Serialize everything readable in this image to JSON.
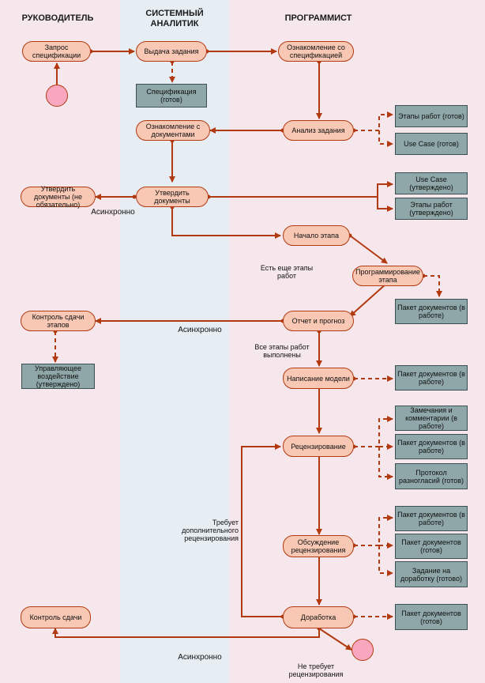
{
  "lanes": {
    "manager": "РУКОВОДИТЕЛЬ",
    "analyst": "СИСТЕМНЫЙ АНАЛИТИК",
    "programmer": "ПРОГРАММИСТ"
  },
  "activities": {
    "spec_request": "Запрос спецификации",
    "issue_task": "Выдача задания",
    "spec_review": "Ознакомление со спецификацией",
    "task_analysis": "Анализ задания",
    "doc_review": "Ознакомление с документами",
    "approve_docs_analyst": "Утвердить документы",
    "approve_docs_manager": "Утвердить документы (не обязательно)",
    "stage_start": "Начало этапа",
    "programming": "Программирование этапа",
    "report": "Отчет и прогноз",
    "stage_control": "Контроль сдачи этапов",
    "model_writing": "Написание модели",
    "reviewing": "Рецензирование",
    "discussion": "Обсуждение рецензирования",
    "rework": "Доработка",
    "delivery_control": "Контроль сдачи"
  },
  "documents": {
    "spec_ready": "Спецификация (готов)",
    "stages_ready": "Этапы работ (готов)",
    "usecase_ready": "Use Case (готов)",
    "usecase_approved": "Use Case (утверждено)",
    "stages_approved": "Этапы работ (утверждено)",
    "package_in_work_1": "Пакет документов (в работе)",
    "management_action": "Управляющее воздействие (утверждено)",
    "package_in_work_2": "Пакет документов (в работе)",
    "remarks": "Замечания и комментарии (в работе)",
    "package_in_work_3": "Пакет документов (в работе)",
    "disagreement_protocol": "Протокол разногласий (готов)",
    "package_in_work_4": "Пакет документов (в работе)",
    "package_ready_1": "Пакет документов (готов)",
    "rework_task": "Задание на доработку (готово)",
    "package_ready_2": "Пакет документов (готов)"
  },
  "notes": {
    "async_1": "Асинхронно",
    "more_stages": "Есть еще этапы работ",
    "async_2": "Асинхронно",
    "all_done": "Все этапы работ выполнены",
    "needs_review": "Требует дополнительного рецензирования",
    "async_3": "Асинхронно",
    "no_review": "Не требует рецензирования"
  },
  "colors": {
    "manager_lane": "#f6e7ec",
    "analyst_lane": "#e6eef4",
    "programmer_lane": "#f6e7ec",
    "activity_fill": "#f8c8b4",
    "activity_border": "#b23a10",
    "document_fill": "#8fa7a8",
    "arrow": "#b23a10",
    "terminal": "#f9a6bf"
  }
}
